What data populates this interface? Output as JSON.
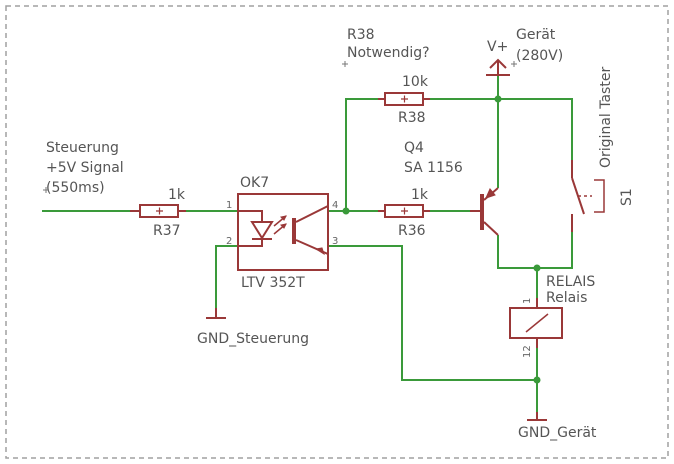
{
  "net_labels": {
    "signal_in": [
      "Steuerung",
      "+5V Signal",
      "(550ms)"
    ],
    "gnd_control": "GND_Steuerung",
    "gnd_device": "GND_Gerät",
    "supply": "V+",
    "supply_name": [
      "Gerät",
      "(280V)"
    ]
  },
  "components": {
    "r37": {
      "name": "R37",
      "value": "1k"
    },
    "r36": {
      "name": "R36",
      "value": "1k"
    },
    "r38": {
      "name": "R38",
      "value": "10k",
      "top_name": "R38",
      "note": "Notwendig?"
    },
    "ok7": {
      "name": "OK7",
      "part": "LTV 352T",
      "pins": [
        "1",
        "2",
        "3",
        "4"
      ]
    },
    "q4": {
      "name": "Q4",
      "part": "SA 1156"
    },
    "relay": {
      "name": "RELAIS",
      "value": "Relais",
      "pin_top": "1",
      "pin_bottom": "12"
    },
    "s1": {
      "name": "S1",
      "label": "Original Taster"
    }
  },
  "colors": {
    "wire": "#3a9a3a",
    "symbol": "#9a3838",
    "text": "#555555",
    "frame": "#a0a0a0"
  }
}
